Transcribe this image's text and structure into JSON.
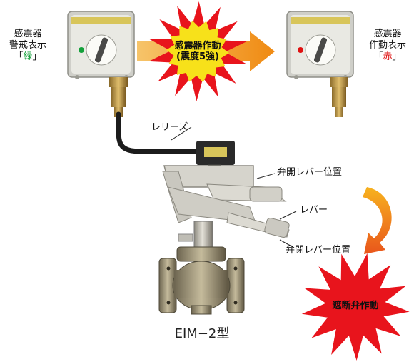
{
  "left_panel": {
    "line1": "感震器",
    "line2": "警戒表示",
    "bracket_open": "「",
    "status": "緑",
    "bracket_close": "」"
  },
  "right_panel": {
    "line1": "感震器",
    "line2": "作動表示",
    "bracket_open": "「",
    "status": "赤",
    "bracket_close": "」"
  },
  "trigger_burst": {
    "line1": "感震器作動",
    "line2": "(震度5強)"
  },
  "release_label": "レリーズ",
  "lever_open_label": "弁開レバー位置",
  "lever_label": "レバー",
  "lever_closed_label": "弁閉レバー位置",
  "shutoff_burst": "遮断弁作動",
  "model_label": "EIM−2型",
  "colors": {
    "green_indicator": "#13a03a",
    "red_indicator": "#e01010",
    "burst_red": "#e8141c",
    "burst_yellow": "#f7e11a",
    "arrow_orange": "#f39a1f"
  }
}
